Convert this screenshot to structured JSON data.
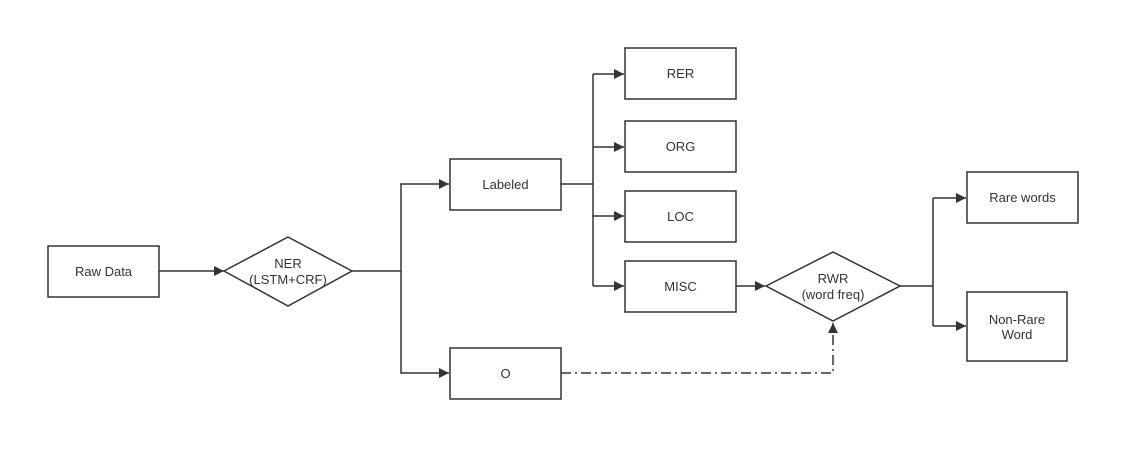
{
  "nodes": {
    "raw_data": "Raw Data",
    "ner": [
      "NER",
      "(LSTM+CRF)"
    ],
    "labeled": "Labeled",
    "o": "O",
    "rer": "RER",
    "org": "ORG",
    "loc": "LOC",
    "misc": "MISC",
    "rwr": [
      "RWR",
      "(word freq)"
    ],
    "rare_words": "Rare words",
    "non_rare_word": [
      "Non-Rare",
      "Word"
    ]
  },
  "colors": {
    "stroke": "#333333",
    "text": "#333333",
    "background": "#ffffff"
  }
}
